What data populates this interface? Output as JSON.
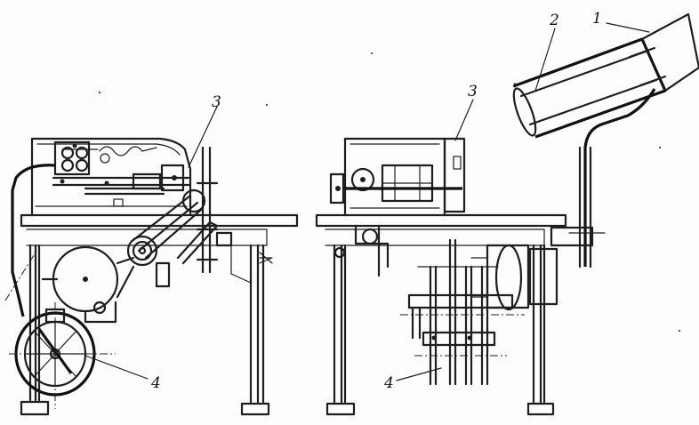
{
  "callouts": {
    "left_3": "3",
    "left_4": "4",
    "right_1": "1",
    "right_2": "2",
    "right_3": "3",
    "right_4": "4"
  }
}
